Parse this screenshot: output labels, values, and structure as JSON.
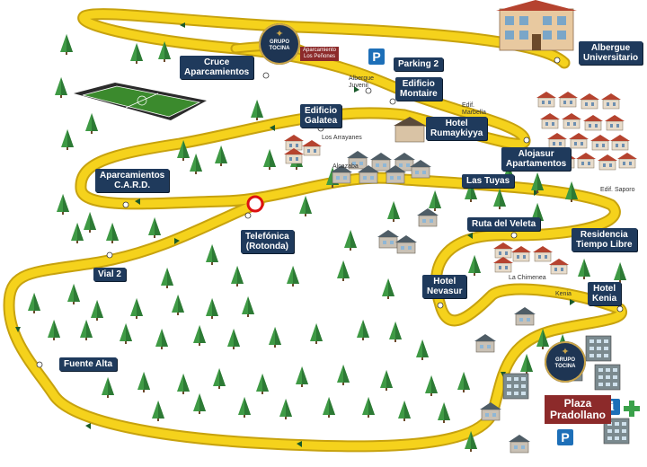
{
  "map": {
    "labels": {
      "albergue": [
        "Albergue",
        "Universitario"
      ],
      "cruce": [
        "Cruce",
        "Aparcamientos"
      ],
      "parking2": "Parking 2",
      "edificio_montaire": [
        "Edificio",
        "Montaire"
      ],
      "edificio_galatea": [
        "Edificio",
        "Galatea"
      ],
      "hotel_rumaykiyya": [
        "Hotel",
        "Rumaykiyya"
      ],
      "alojasur": [
        "Alojasur",
        "Apartamentos"
      ],
      "aparcamientos_card": [
        "Aparcamientos",
        "C.A.R.D."
      ],
      "las_tuyas": "Las Tuyas",
      "telefonica": [
        "Telefónica",
        "(Rotonda)"
      ],
      "ruta_veleta": "Ruta del Veleta",
      "residencia": [
        "Residencia",
        "Tiempo Libre"
      ],
      "vial2": "Vial 2",
      "hotel_nevasur": [
        "Hotel",
        "Nevasur"
      ],
      "hotel_kenia": [
        "Hotel",
        "Kenia"
      ],
      "fuente_alta": "Fuente Alta",
      "plaza": [
        "Plaza",
        "Pradollano"
      ]
    },
    "small_text": {
      "albergue_juvenil": "Albergue Juvenil",
      "edif_marbella": "Edif. Marbella",
      "los_arrayanes": "Los Arrayanes",
      "alcazaba": "Alcazaba",
      "edif_saporo": "Edif. Saporo",
      "la_chimenea": "La Chimenea",
      "kenia": "Kenia"
    },
    "logo": [
      "GRUPO",
      "TOCINA"
    ],
    "aparcamiento_penones": [
      "Aparcamiento",
      "Los Peñones"
    ],
    "parking_symbol": "P",
    "info_symbol": "i",
    "colors": {
      "road": "#f5d21c",
      "road_edge": "#c7a20e",
      "label_bg": "#1f3a5c",
      "tree": "#3f9a45",
      "plaza_bg": "#8c2a2a",
      "pharmacy": "#3aa14a",
      "parking": "#1d6fb8"
    }
  }
}
